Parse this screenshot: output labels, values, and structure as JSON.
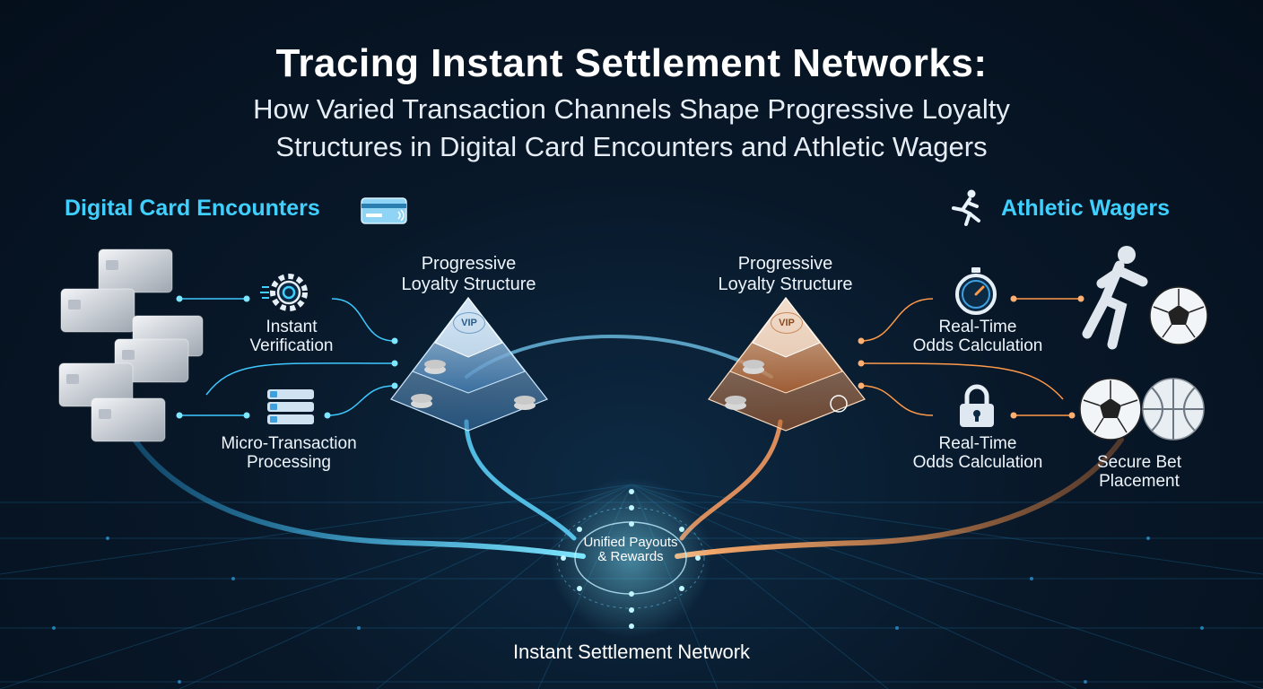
{
  "header": {
    "title": "Tracing Instant Settlement Networks:",
    "subtitle_line1": "How Varied Transaction Channels Shape Progressive Loyalty",
    "subtitle_line2": "Structures in Digital Card Encounters and Athletic Wagers"
  },
  "left": {
    "section_title": "Digital Card Encounters",
    "icon": "credit-card-icon",
    "verification": {
      "icon": "gear-icon",
      "line1": "Instant",
      "line2": "Verification"
    },
    "micro": {
      "icon": "transaction-list-icon",
      "line1": "Micro-Transaction",
      "line2": "Processing"
    },
    "pyramid": {
      "line1": "Progressive",
      "line2": "Loyalty Structure",
      "badge": "VIP"
    }
  },
  "right": {
    "section_title": "Athletic Wagers",
    "icon": "runner-icon",
    "odds1": {
      "icon": "stopwatch-icon",
      "line1": "Real-Time",
      "line2": "Odds Calculation"
    },
    "odds2": {
      "icon": "padlock-icon",
      "line1": "Real-Time",
      "line2": "Odds Calculation"
    },
    "secure": {
      "icon": "sports-balls-icon",
      "line1": "Secure Bet",
      "line2": "Placement"
    },
    "pyramid": {
      "line1": "Progressive",
      "line2": "Loyalty Structure",
      "badge": "VIP"
    }
  },
  "center": {
    "line1": "Unified",
    "line2": "Payouts",
    "line3": "& Rewards"
  },
  "footer": {
    "network_label": "Instant Settlement Network"
  },
  "colors": {
    "cyan": "#3fd0ff",
    "orange": "#ff9a4a",
    "background": "#081829"
  }
}
